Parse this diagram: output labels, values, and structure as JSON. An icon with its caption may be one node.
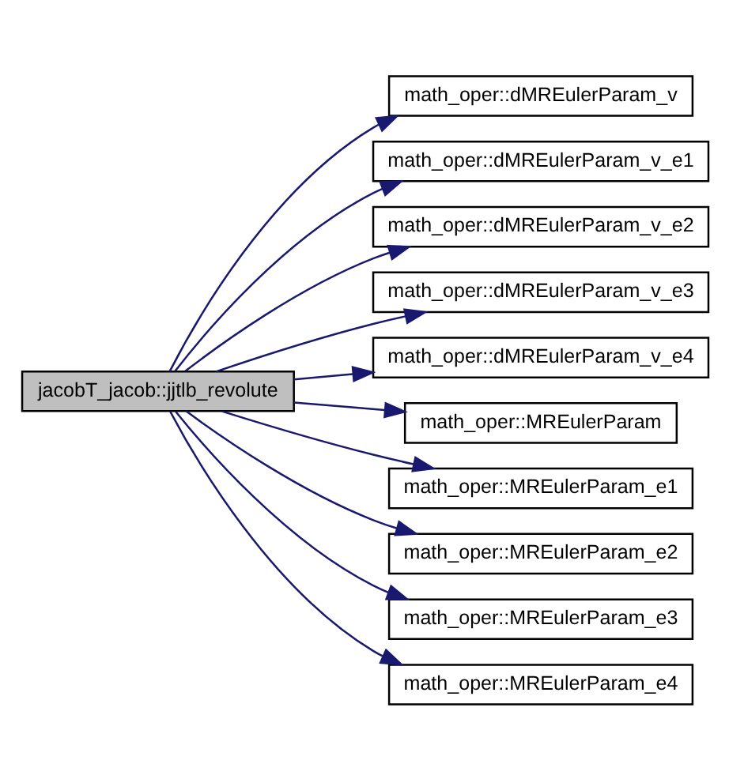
{
  "diagram": {
    "nodes": [
      {
        "text": [
          "jacobT_jacob::jjtlb_revolute"
        ]
      },
      {
        "text": [
          "math_oper::dMREulerParam_v"
        ]
      },
      {
        "text": [
          "math_oper::dMREulerParam_v_e1"
        ]
      },
      {
        "text": [
          "math_oper::dMREulerParam_v_e2"
        ]
      },
      {
        "text": [
          "math_oper::dMREulerParam_v_e3"
        ]
      },
      {
        "text": [
          "math_oper::dMREulerParam_v_e4"
        ]
      },
      {
        "text": [
          "math_oper::MREulerParam"
        ]
      },
      {
        "text": [
          "math_oper::MREulerParam_e1"
        ]
      },
      {
        "text": [
          "math_oper::MREulerParam_e2"
        ]
      },
      {
        "text": [
          "math_oper::MREulerParam_e3"
        ]
      },
      {
        "text": [
          "math_oper::MREulerParam_e4"
        ]
      }
    ],
    "edges": [
      {
        "from": 0,
        "to": 1,
        "arrow": "to"
      },
      {
        "from": 0,
        "to": 2,
        "arrow": "to"
      },
      {
        "from": 0,
        "to": 3,
        "arrow": "to"
      },
      {
        "from": 0,
        "to": 4,
        "arrow": "to"
      },
      {
        "from": 0,
        "to": 5,
        "arrow": "to"
      },
      {
        "from": 0,
        "to": 6,
        "arrow": "to"
      },
      {
        "from": 0,
        "to": 7,
        "arrow": "to"
      },
      {
        "from": 0,
        "to": 8,
        "arrow": "to"
      },
      {
        "from": 0,
        "to": 9,
        "arrow": "to"
      },
      {
        "from": 0,
        "to": 10,
        "arrow": "to"
      }
    ]
  }
}
